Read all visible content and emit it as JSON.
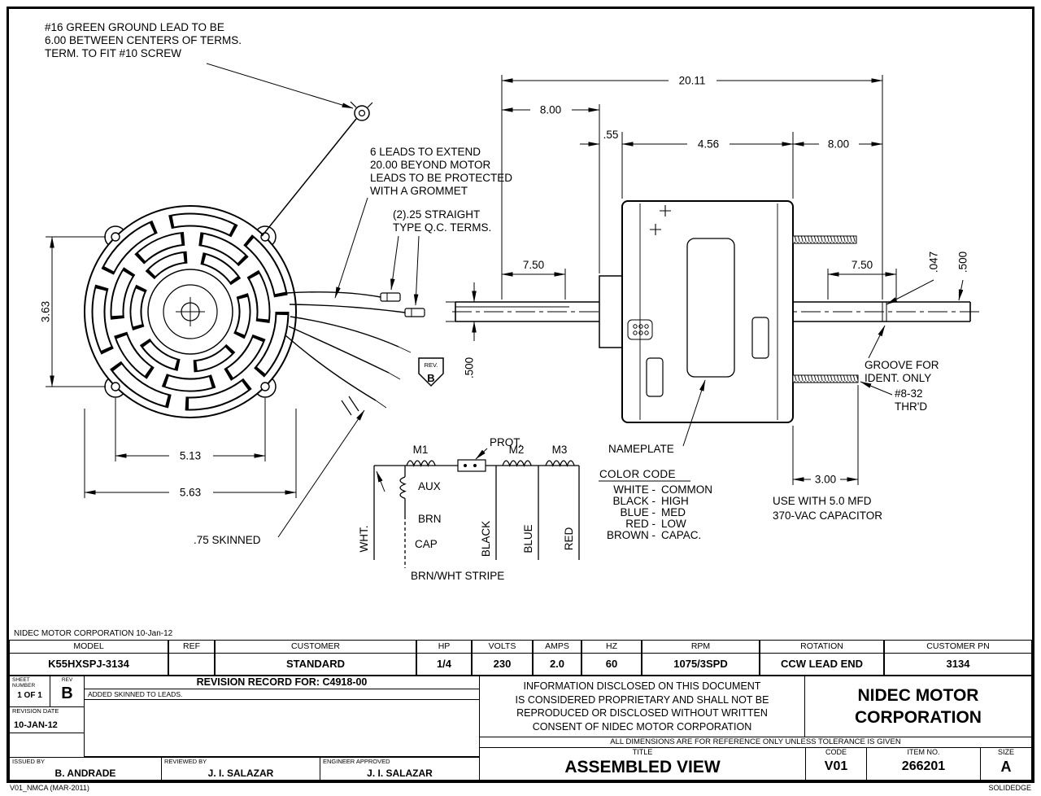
{
  "annotations": {
    "ground_lead": [
      "#16 GREEN GROUND LEAD TO BE",
      "6.00 BETWEEN CENTERS OF TERMS.",
      "TERM. TO FIT #10 SCREW"
    ],
    "leads_note": [
      "6 LEADS TO EXTEND",
      "20.00 BEYOND MOTOR",
      "LEADS TO BE PROTECTED",
      "WITH A GROMMET"
    ],
    "qc_terms": [
      "(2).25 STRAIGHT",
      "TYPE Q.C. TERMS."
    ],
    "rev_flag": {
      "label": "REV.",
      "value": "B"
    },
    "skinned": ".75 SKINNED",
    "nameplate": "NAMEPLATE",
    "groove": [
      "GROOVE FOR",
      "IDENT. ONLY"
    ],
    "thrd": [
      "#8-32",
      "THR'D"
    ],
    "capacitor": [
      "USE WITH 5.0 MFD",
      "370-VAC CAPACITOR"
    ]
  },
  "dims": {
    "front_bolt_v": "3.63",
    "front_bolt_h": "5.13",
    "front_od": "5.63",
    "overall": "20.11",
    "left_ext": "8.00",
    "hub": ".55",
    "body": "4.56",
    "right_ext": "8.00",
    "shaft_left": "7.50",
    "shaft_right": "7.50",
    "groove_w": ".047",
    "groove_d": ".500",
    "shaft_dia": ".500",
    "stud": "3.00"
  },
  "schematic": {
    "m1": "M1",
    "m2": "M2",
    "m3": "M3",
    "prot": "PROT.",
    "aux": "AUX",
    "brn": "BRN",
    "cap": "CAP",
    "stripe": "BRN/WHT STRIPE",
    "wht": "WHT.",
    "black": "BLACK",
    "blue": "BLUE",
    "red": "RED"
  },
  "color_code": {
    "title": "COLOR CODE",
    "entries": [
      {
        "label": "WHITE -",
        "value": "COMMON"
      },
      {
        "label": "BLACK -",
        "value": "HIGH"
      },
      {
        "label": "BLUE -",
        "value": "MED"
      },
      {
        "label": "RED -",
        "value": "LOW"
      },
      {
        "label": "BROWN -",
        "value": "CAPAC."
      }
    ]
  },
  "title_block": {
    "company_header": "NIDEC MOTOR CORPORATION 10-Jan-12",
    "spec_headers": [
      "MODEL",
      "REF",
      "CUSTOMER",
      "HP",
      "VOLTS",
      "AMPS",
      "HZ",
      "RPM",
      "ROTATION",
      "CUSTOMER PN"
    ],
    "spec_values": [
      "K55HXSPJ-3134",
      "",
      "STANDARD",
      "1/4",
      "230",
      "2.0",
      "60",
      "1075/3SPD",
      "CCW LEAD END",
      "3134"
    ],
    "sheet_label": [
      "SHEET",
      "NUMBER"
    ],
    "sheet_value": "1 OF 1",
    "rev_label": "REV",
    "rev_value": "B",
    "revision_record_label": "REVISION RECORD FOR:",
    "revision_record_number": "C4918-00",
    "revision_note": "ADDED SKINNED TO LEADS.",
    "revision_date_label": "REVISION DATE",
    "revision_date": "10-JAN-12",
    "proprietary": [
      "INFORMATION DISCLOSED ON THIS DOCUMENT",
      "IS CONSIDERED PROPRIETARY AND SHALL NOT BE",
      "REPRODUCED OR DISCLOSED WITHOUT WRITTEN",
      "CONSENT OF NIDEC MOTOR CORPORATION"
    ],
    "company_name": [
      "NIDEC MOTOR",
      "CORPORATION"
    ],
    "tolerance_note": "ALL DIMENSIONS ARE FOR REFERENCE ONLY UNLESS TOLERANCE IS GIVEN",
    "issued_by_label": "ISSUED BY",
    "issued_by": "B. ANDRADE",
    "reviewed_by_label": "REVIEWED BY",
    "reviewed_by": "J. I. SALAZAR",
    "engineer_approved_label": "ENGINEER APPROVED",
    "engineer_approved": "J. I. SALAZAR",
    "title_label": "TITLE",
    "title": "ASSEMBLED VIEW",
    "code_label": "CODE",
    "code": "V01",
    "item_label": "ITEM NO.",
    "item": "266201",
    "size_label": "SIZE",
    "size": "A",
    "footer_left": "V01_NMCA (MAR-2011)",
    "footer_right": "SOLIDEDGE"
  }
}
